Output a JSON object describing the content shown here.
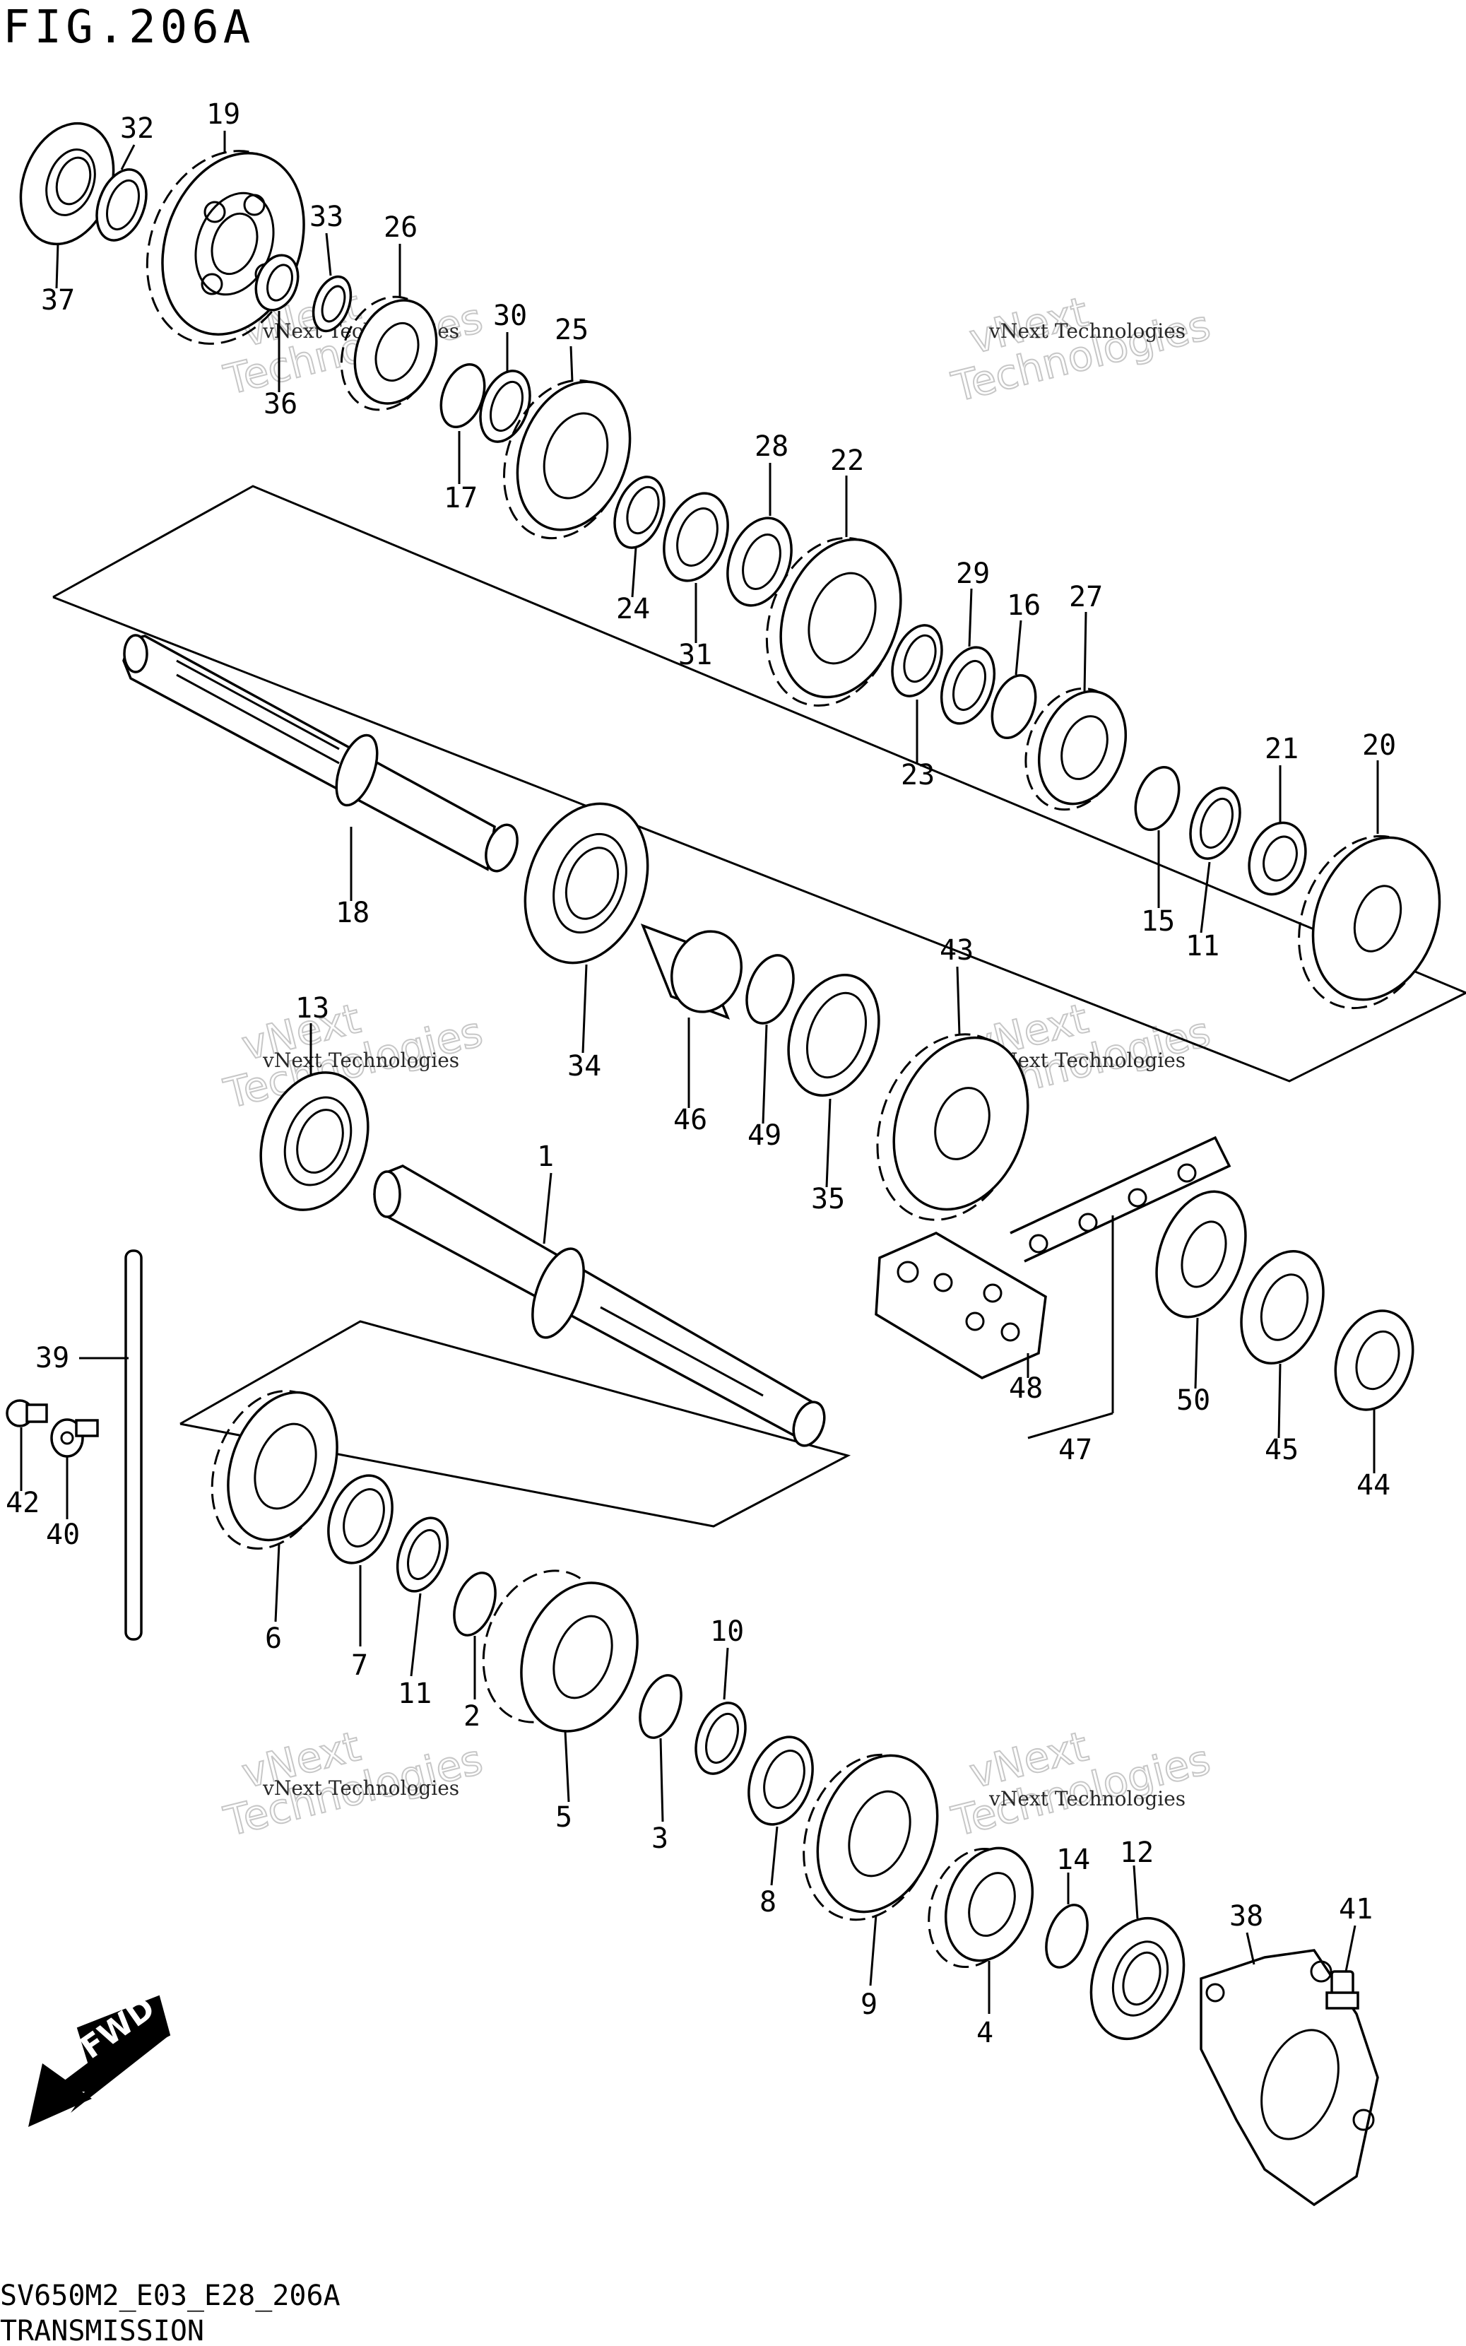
{
  "figure": {
    "title": "FIG.206A",
    "code": "SV650M2_E03_E28_206A",
    "name": "TRANSMISSION"
  },
  "watermark": {
    "line1": "vNext Technologies",
    "line2": "vNext",
    "line3": "Technologies"
  },
  "direction_label": "FWD",
  "parts": [
    {
      "id": "p1",
      "label": "1"
    },
    {
      "id": "p2",
      "label": "2"
    },
    {
      "id": "p3",
      "label": "3"
    },
    {
      "id": "p4",
      "label": "4"
    },
    {
      "id": "p5",
      "label": "5"
    },
    {
      "id": "p6",
      "label": "6"
    },
    {
      "id": "p7",
      "label": "7"
    },
    {
      "id": "p8",
      "label": "8"
    },
    {
      "id": "p9",
      "label": "9"
    },
    {
      "id": "p10",
      "label": "10"
    },
    {
      "id": "p11a",
      "label": "11"
    },
    {
      "id": "p11b",
      "label": "11"
    },
    {
      "id": "p12",
      "label": "12"
    },
    {
      "id": "p13",
      "label": "13"
    },
    {
      "id": "p14",
      "label": "14"
    },
    {
      "id": "p15",
      "label": "15"
    },
    {
      "id": "p16",
      "label": "16"
    },
    {
      "id": "p17",
      "label": "17"
    },
    {
      "id": "p18",
      "label": "18"
    },
    {
      "id": "p19",
      "label": "19"
    },
    {
      "id": "p20",
      "label": "20"
    },
    {
      "id": "p21",
      "label": "21"
    },
    {
      "id": "p22",
      "label": "22"
    },
    {
      "id": "p23",
      "label": "23"
    },
    {
      "id": "p24",
      "label": "24"
    },
    {
      "id": "p25",
      "label": "25"
    },
    {
      "id": "p26",
      "label": "26"
    },
    {
      "id": "p27",
      "label": "27"
    },
    {
      "id": "p28",
      "label": "28"
    },
    {
      "id": "p29",
      "label": "29"
    },
    {
      "id": "p30",
      "label": "30"
    },
    {
      "id": "p31",
      "label": "31"
    },
    {
      "id": "p32",
      "label": "32"
    },
    {
      "id": "p33",
      "label": "33"
    },
    {
      "id": "p34",
      "label": "34"
    },
    {
      "id": "p35",
      "label": "35"
    },
    {
      "id": "p36",
      "label": "36"
    },
    {
      "id": "p37",
      "label": "37"
    },
    {
      "id": "p38",
      "label": "38"
    },
    {
      "id": "p39",
      "label": "39"
    },
    {
      "id": "p40",
      "label": "40"
    },
    {
      "id": "p41",
      "label": "41"
    },
    {
      "id": "p42",
      "label": "42"
    },
    {
      "id": "p43",
      "label": "43"
    },
    {
      "id": "p44",
      "label": "44"
    },
    {
      "id": "p45",
      "label": "45"
    },
    {
      "id": "p46",
      "label": "46"
    },
    {
      "id": "p47",
      "label": "47"
    },
    {
      "id": "p48",
      "label": "48"
    },
    {
      "id": "p49",
      "label": "49"
    },
    {
      "id": "p50",
      "label": "50"
    }
  ]
}
